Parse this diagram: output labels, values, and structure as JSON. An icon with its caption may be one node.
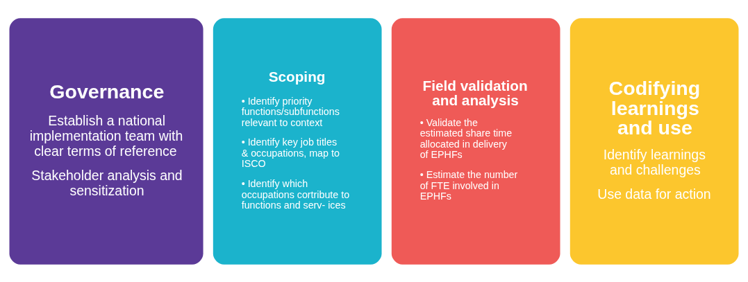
{
  "diagram": {
    "nodes": [
      {
        "text": [
          "Governance",
          "Establish a national implementation team with clear terms of reference",
          "Stakeholder analysis and sensitization"
        ]
      },
      {
        "text": [
          "Scoping",
          "• Identify priority functions/subfunctions relevant to context",
          "• Identify key job titles & occupations, map to ISCO",
          "• Identify which occupations cortribute to functions and serv- ices"
        ]
      },
      {
        "text": [
          "Field validation and analysis",
          "• Validate the estimated share time allocated in delivery of EPHFs",
          "• Estimate the number of FTE involved in EPHFs"
        ]
      },
      {
        "text": [
          "Codifying learnings and use",
          "Identify learnings and challenges",
          "Use data for action"
        ]
      }
    ]
  }
}
